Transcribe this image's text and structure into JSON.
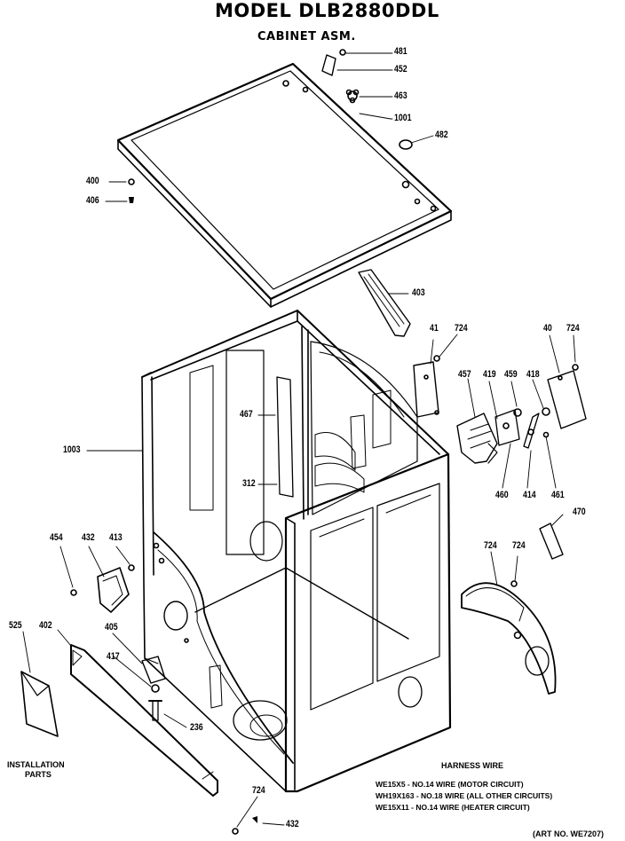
{
  "title": "MODEL DLB2880DDL",
  "subtitle": "CABINET ASM.",
  "parts": [
    "481",
    "452",
    "463",
    "1001",
    "482",
    "400",
    "406",
    "403",
    "41",
    "724",
    "457",
    "419",
    "459",
    "418",
    "40",
    "724",
    "467",
    "312",
    "1003",
    "460",
    "414",
    "461",
    "470",
    "724",
    "454",
    "432",
    "413",
    "724",
    "525",
    "402",
    "405",
    "417",
    "236",
    "724",
    "432"
  ],
  "installation_parts": [
    "INSTALLATION",
    "PARTS"
  ],
  "harness": {
    "heading": "HARNESS WIRE",
    "lines": [
      "WE15X5 - NO.14 WIRE (MOTOR CIRCUIT)",
      "WH19X163 - NO.18 WIRE (ALL OTHER CIRCUITS)",
      "WE15X11 - NO.14 WIRE (HEATER CIRCUIT)"
    ]
  },
  "art_no": "(ART NO. WE7207)"
}
